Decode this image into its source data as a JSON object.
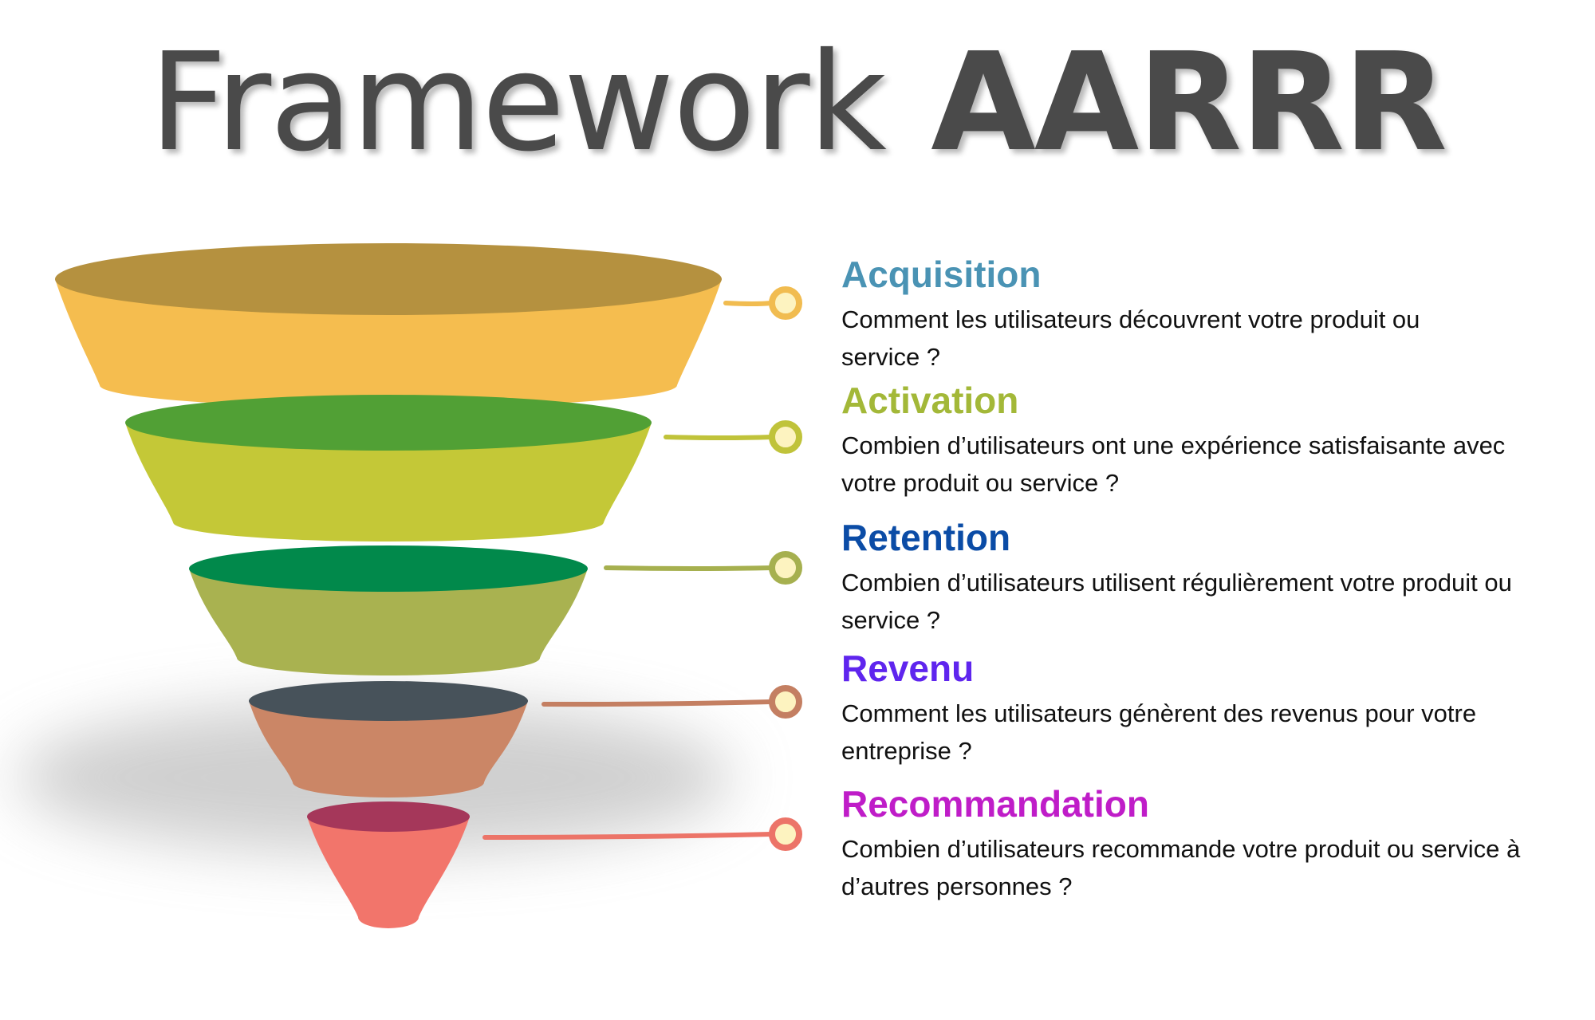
{
  "title": {
    "light": "Framework",
    "bold": "AARRR"
  },
  "stages": [
    {
      "heading": "Acquisition",
      "description": "Comment les utilisateurs découvrent votre produit ou service ?",
      "heading_color": "#4a93b4",
      "body_color": "#f5bd4f",
      "top_color": "#b5913f",
      "connector_color": "#f1bc50"
    },
    {
      "heading": "Activation",
      "description": "Combien d’utilisateurs ont une expérience satisfaisante avec votre produit ou service ?",
      "heading_color": "#a3b838",
      "body_color": "#c4c837",
      "top_color": "#51a035",
      "connector_color": "#c0c33a"
    },
    {
      "heading": "Retention",
      "description": "Combien d’utilisateurs utilisent régulièrement votre produit ou service ?",
      "heading_color": "#0b4ca6",
      "body_color": "#a9b250",
      "top_color": "#01894b",
      "connector_color": "#a6b04f"
    },
    {
      "heading": "Revenu",
      "description": "Comment les utilisateurs génèrent des revenus pour votre entreprise ?",
      "heading_color": "#5f25ee",
      "body_color": "#cb8666",
      "top_color": "#47525a",
      "connector_color": "#c47f62"
    },
    {
      "heading": "Recommandation",
      "description": "Combien d’utilisateurs recommande votre produit ou service à d’autres personnes ?",
      "heading_color": "#bf1dc8",
      "body_color": "#f2756b",
      "top_color": "#a5375a",
      "connector_color": "#ec7468"
    }
  ]
}
